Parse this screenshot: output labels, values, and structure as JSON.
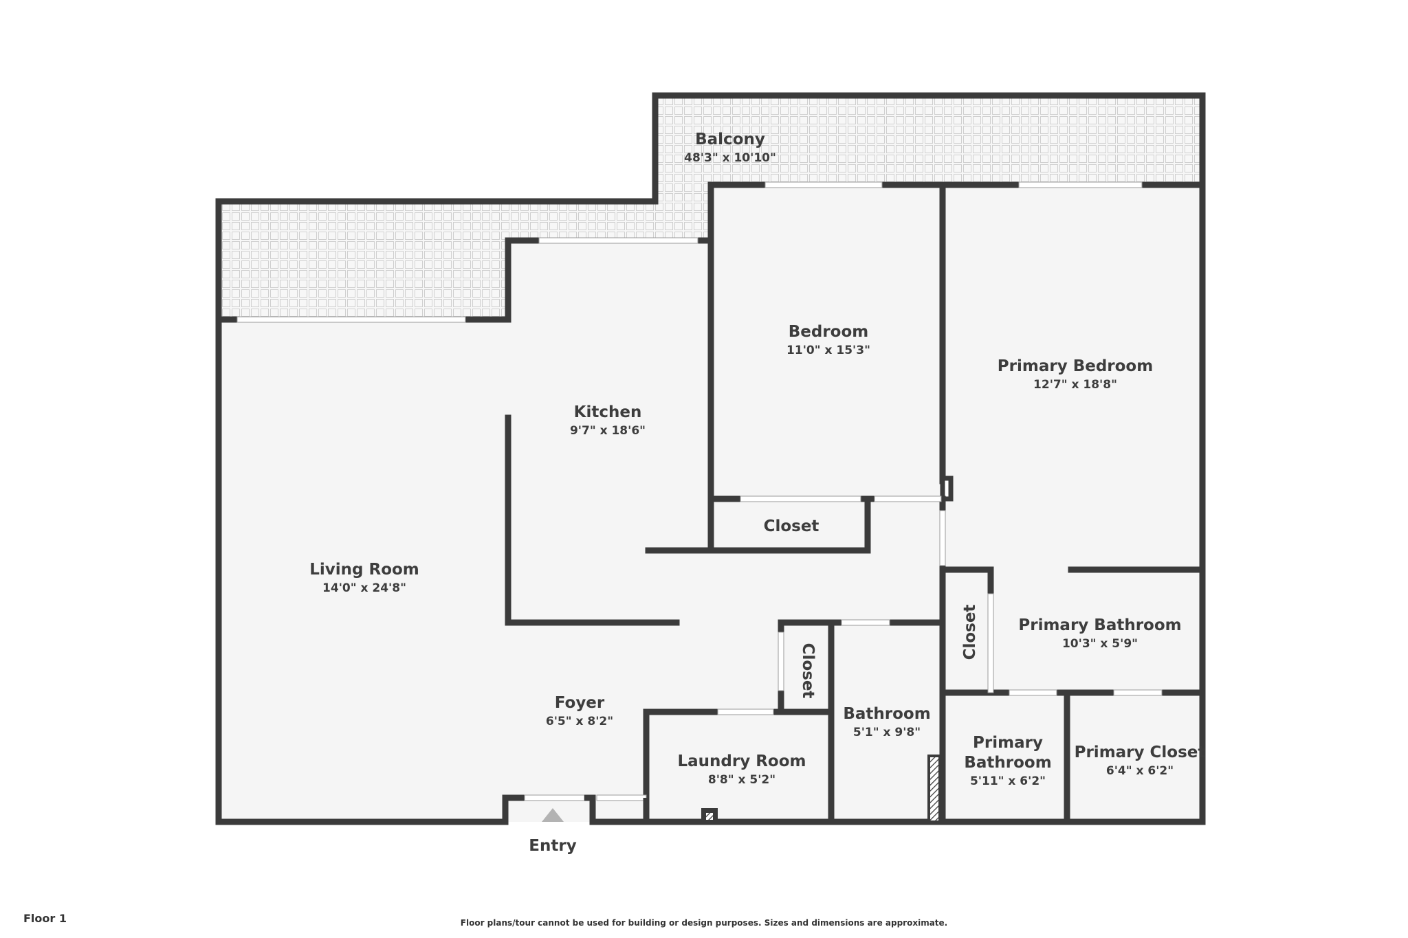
{
  "colors": {
    "wall": "#3b3b3b",
    "floor": "#f5f5f5",
    "window": "#ffffff",
    "balcony_tile": "#cfcfcf",
    "entry_arrow": "#b3b3b3",
    "text": "#3d3d3d"
  },
  "rooms": {
    "balcony": {
      "name": "Balcony",
      "dims": "48'3\" x 10'10\""
    },
    "bedroom": {
      "name": "Bedroom",
      "dims": "11'0\" x 15'3\""
    },
    "primary_bedroom": {
      "name": "Primary Bedroom",
      "dims": "12'7\" x 18'8\""
    },
    "kitchen": {
      "name": "Kitchen",
      "dims": "9'7\" x 18'6\""
    },
    "closet_bedroom": {
      "name": "Closet"
    },
    "living_room": {
      "name": "Living Room",
      "dims": "14'0\" x 24'8\""
    },
    "closet_primary": {
      "name": "Closet"
    },
    "primary_bathroom_large": {
      "name": "Primary Bathroom",
      "dims": "10'3\" x 5'9\""
    },
    "closet_foyer": {
      "name": "Closet"
    },
    "foyer": {
      "name": "Foyer",
      "dims": "6'5\" x 8'2\""
    },
    "bathroom": {
      "name": "Bathroom",
      "dims": "5'1\" x 9'8\""
    },
    "laundry_room": {
      "name": "Laundry Room",
      "dims": "8'8\" x 5'2\""
    },
    "primary_bathroom_small": {
      "name_line1": "Primary",
      "name_line2": "Bathroom",
      "dims": "5'11\" x 6'2\""
    },
    "primary_closet": {
      "name": "Primary Closet",
      "dims": "6'4\" x 6'2\""
    }
  },
  "entry_label": "Entry",
  "floor_label": "Floor 1",
  "disclaimer": "Floor plans/tour cannot be used for building or design purposes. Sizes and dimensions are approximate."
}
